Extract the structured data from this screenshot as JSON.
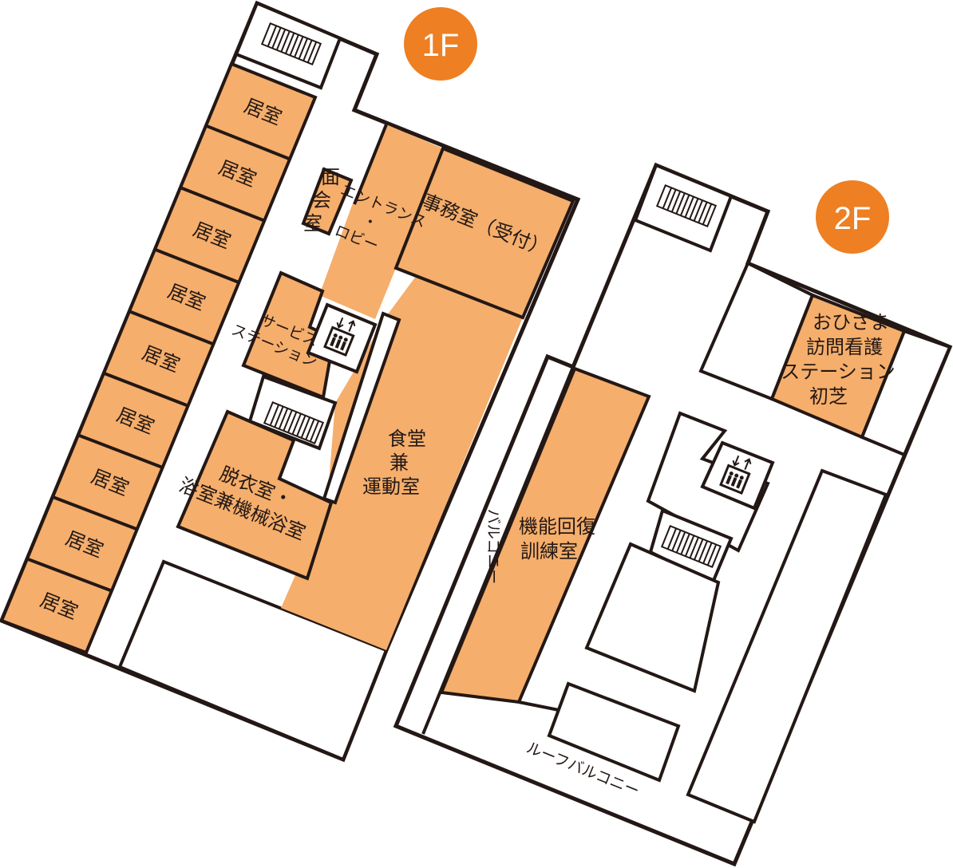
{
  "floor_1": {
    "badge": "1F",
    "rooms": [
      "居室",
      "居室",
      "居室",
      "居室",
      "居室",
      "居室",
      "居室",
      "居室",
      "居室"
    ],
    "meeting_room": [
      "面",
      "会",
      "室"
    ],
    "entrance": [
      "エントランス",
      "・",
      "ロビー"
    ],
    "office": "事務室（受付）",
    "service_station": [
      "サービス",
      "ステーション"
    ],
    "dining": [
      "食堂",
      "兼",
      "運動室"
    ],
    "bath": [
      "脱衣室・",
      "浴室兼機械浴室"
    ]
  },
  "floor_2": {
    "badge": "2F",
    "nursing_station": [
      "おひさま",
      "訪問看護",
      "ステーション",
      "初芝"
    ],
    "rehab": [
      "機能回復",
      "訓練室"
    ],
    "balcony": "バルコニー",
    "roof_balcony": "ルーフバルコニー"
  },
  "colors": {
    "room": "#F5AE6B",
    "badge": "#EE7F22",
    "wall": "#231815"
  },
  "icons": [
    "elevator-icon",
    "stairs-icon"
  ]
}
